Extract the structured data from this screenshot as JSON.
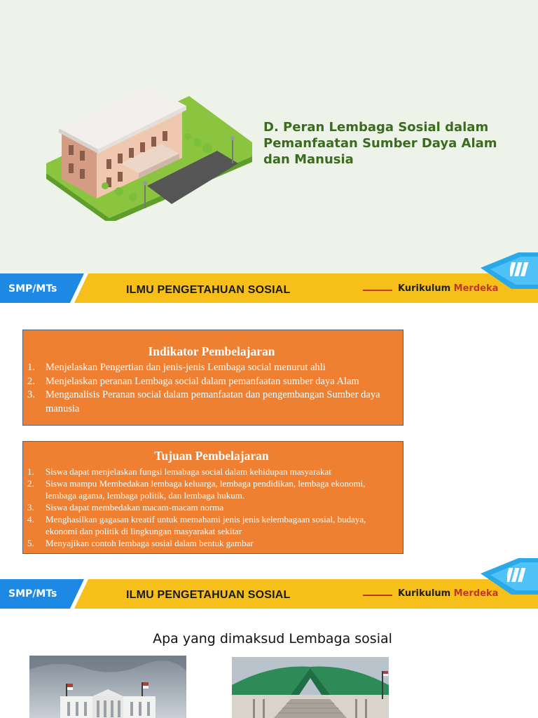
{
  "slide1": {
    "title": "D. Peran Lembaga Sosial dalam Pemanfaatan Sumber Daya Alam dan Manusia",
    "illustration_icon": "government-building-icon"
  },
  "banner": {
    "level": "SMP/MTs",
    "subject": "ILMU PENGETAHUAN SOSIAL",
    "kurikulum_word": "Kurikulum",
    "merdeka_word": "Merdeka",
    "logo_icon": "kurikulum-logo-icon",
    "colors": {
      "yellow": "#f6bf1a",
      "blue": "#1e88e5",
      "red": "#c0392b"
    }
  },
  "indikator": {
    "title": "Indikator Pembelajaran",
    "items": [
      {
        "num": "1.",
        "text": "Menjelaskan Pengertian dan jenis-jenis Lembaga social menurut ahli"
      },
      {
        "num": "2.",
        "text": " Menjelaskan peranan Lembaga social dalam pemanfaatan sumber daya Alam"
      },
      {
        "num": "3.",
        "text": "Menganalisis Peranan social dalam pemanfaatan dan pengembangan Sumber daya manusia"
      }
    ]
  },
  "tujuan": {
    "title": "Tujuan Pembelajaran",
    "items": [
      {
        "num": "1.",
        "text": " Siswa dapat menjelaskan fungsi lemabaga social dalam kehidupan masyarakat"
      },
      {
        "num": "2.",
        "text": "Siswa mampu Membedakan lembaga keluarga, lembaga pendidikan, lembaga ekonomi, lembaga agama, lembaga politik, dan lembaga hukum."
      },
      {
        "num": "3.",
        "text": "Siswa dapat membedakan macam-macam norma"
      },
      {
        "num": "4.",
        "text": "Menghasilkan gagasan kreatif untuk memahami jenis jenis kelembagaan sosial, budaya, ekonomi dan politik di lingkungan masyarakat sekitar"
      },
      {
        "num": "5.",
        "text": "Menyajikan contoh lembaga sosial dalam bentuk gambar"
      }
    ],
    "box_color": "#ef7f31"
  },
  "slide3": {
    "title": "Apa yang dimaksud Lembaga sosial"
  }
}
